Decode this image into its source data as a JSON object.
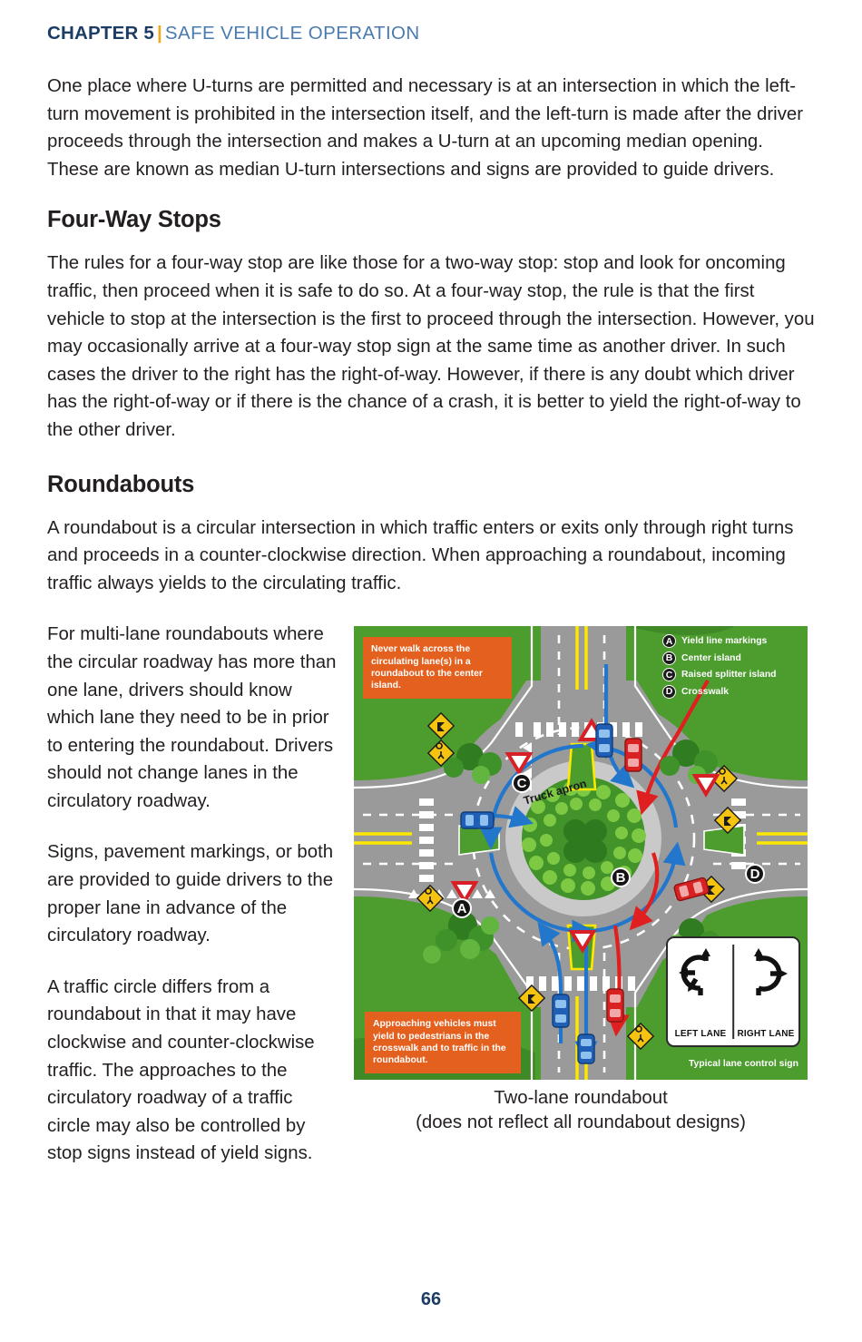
{
  "header": {
    "chapter": "CHAPTER 5",
    "separator": "|",
    "title": "SAFE VEHICLE OPERATION",
    "chapter_color": "#1b3c64",
    "separator_color": "#f0a81e",
    "title_color": "#4a7bb0"
  },
  "body": {
    "p1": "One place where U-turns are permitted and necessary is at an intersection in which the left-turn movement is prohibited in the intersection itself, and the left-turn is made after the driver proceeds through the intersection and makes a U-turn at an upcoming median opening. These are known as median U-turn intersections and signs are provided to guide drivers.",
    "h1": "Four-Way Stops",
    "p2": "The rules for a four-way stop are like those for a two-way stop: stop and look for oncoming traffic, then proceed when it is safe to do so. At a four-way stop, the rule is that the first vehicle to stop at the intersection is the first to proceed through the intersection. However, you may occasionally arrive at a four-way stop sign at the same time as another driver. In such cases the driver to the right has the right-of-way. However, if there is any doubt which driver has the right-of-way or if there is the chance of a crash, it is better to yield the right-of-way to the other driver.",
    "h2": "Roundabouts",
    "p3": "A roundabout is a circular intersection in which traffic enters or exits only through right turns and proceeds in a counter-clockwise direction. When approaching a roundabout, incoming traffic always yields to the circulating traffic.",
    "p4": "For multi-lane roundabouts where the circular roadway has more than one lane, drivers should know which lane they need to be in prior to entering the roundabout. Drivers should not change lanes in the circulatory roadway.",
    "p5": "Signs, pavement markings, or both are provided to guide drivers to the proper lane in advance of the circulatory roadway.",
    "p6": "A traffic circle differs from a roundabout in that it may have clockwise and counter-clockwise traffic. The approaches to the circulatory roadway of a traffic circle may also be controlled by stop signs instead of yield signs."
  },
  "figure": {
    "callout_top": "Never walk across the circulating lane(s) in a roundabout to the center island.",
    "callout_bottom": "Approaching vehicles must yield to pedestrians in the crosswalk and to traffic in the roundabout.",
    "truck_apron_label": "Truck apron",
    "legend": [
      {
        "key": "A",
        "label": "Yield line markings"
      },
      {
        "key": "B",
        "label": "Center island"
      },
      {
        "key": "C",
        "label": "Raised splitter island"
      },
      {
        "key": "D",
        "label": "Crosswalk"
      }
    ],
    "markers": [
      {
        "key": "A"
      },
      {
        "key": "B"
      },
      {
        "key": "C"
      },
      {
        "key": "D"
      }
    ],
    "lane_control_sign": {
      "left_label": "LEFT LANE",
      "right_label": "RIGHT LANE",
      "caption": "Typical lane control sign"
    },
    "caption_line1": "Two-lane roundabout",
    "caption_line2": "(does not reflect all roundabout designs)",
    "colors": {
      "grass": "#4c9c2e",
      "road": "#9a9a9a",
      "callout": "#e4601e",
      "center_island": "#41932a",
      "apron": "#c9c9c9",
      "lane_yellow": "#ffe800",
      "path_blue": "#2277cc",
      "path_red": "#e02020"
    }
  },
  "page_number": "66"
}
